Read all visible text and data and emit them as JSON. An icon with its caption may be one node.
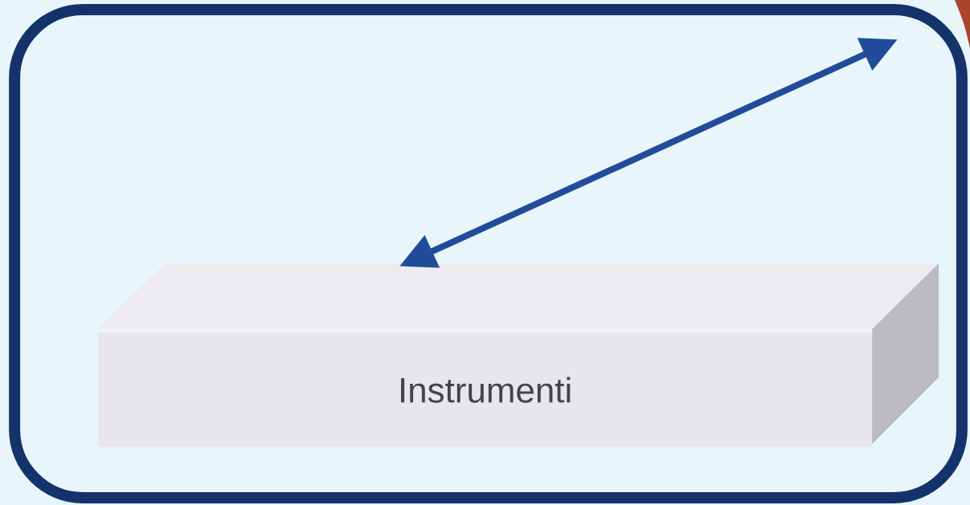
{
  "diagram": {
    "nodes": [
      {
        "text": [],
        "shape": "box"
      },
      {
        "text": [
          "Instrumenti"
        ],
        "in": 0
      }
    ],
    "edges": [
      {
        "from": null,
        "to": 1,
        "arrow": "both"
      }
    ]
  }
}
